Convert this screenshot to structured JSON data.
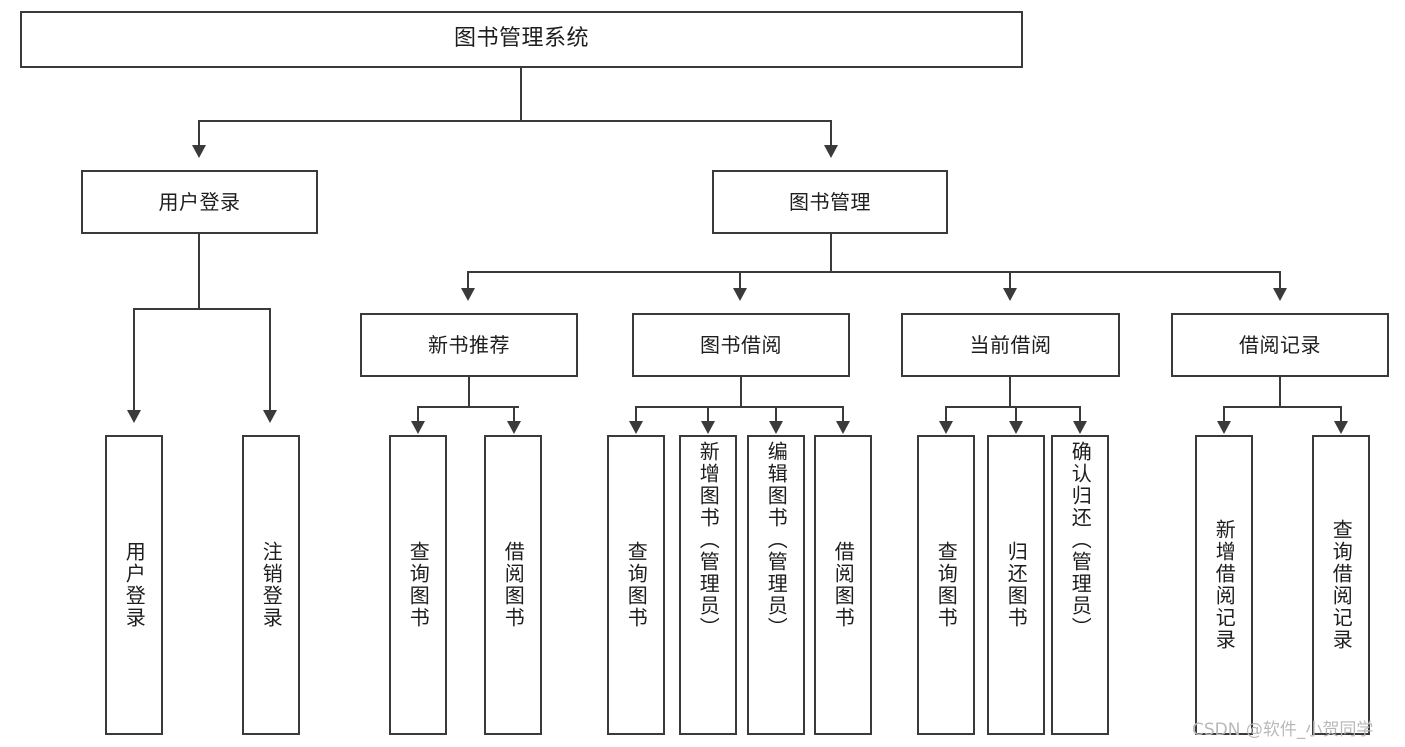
{
  "diagram": {
    "title": "图书管理系统",
    "type": "功能结构图",
    "watermark": "CSDN @软件_小贺同学",
    "accent_color": "#3a3a3a",
    "background_color": "#ffffff",
    "text_color": "#1d1d1d"
  },
  "root": {
    "label": "图书管理系统"
  },
  "level2": [
    {
      "label": "用户登录"
    },
    {
      "label": "图书管理"
    }
  ],
  "level3": [
    {
      "label": "新书推荐"
    },
    {
      "label": "图书借阅"
    },
    {
      "label": "当前借阅"
    },
    {
      "label": "借阅记录"
    }
  ],
  "leaves": {
    "user_login": [
      {
        "label": "用户登录"
      },
      {
        "label": "注销登录"
      }
    ],
    "new_book": [
      {
        "label": "查询图书"
      },
      {
        "label": "借阅图书"
      }
    ],
    "borrow": [
      {
        "label": "查询图书"
      },
      {
        "label": "新增图书（管理员）"
      },
      {
        "label": "编辑图书（管理员）"
      },
      {
        "label": "借阅图书"
      }
    ],
    "current": [
      {
        "label": "查询图书"
      },
      {
        "label": "归还图书"
      },
      {
        "label": "确认归还（管理员）"
      }
    ],
    "records": [
      {
        "label": "新增借阅记录"
      },
      {
        "label": "查询借阅记录"
      }
    ]
  }
}
